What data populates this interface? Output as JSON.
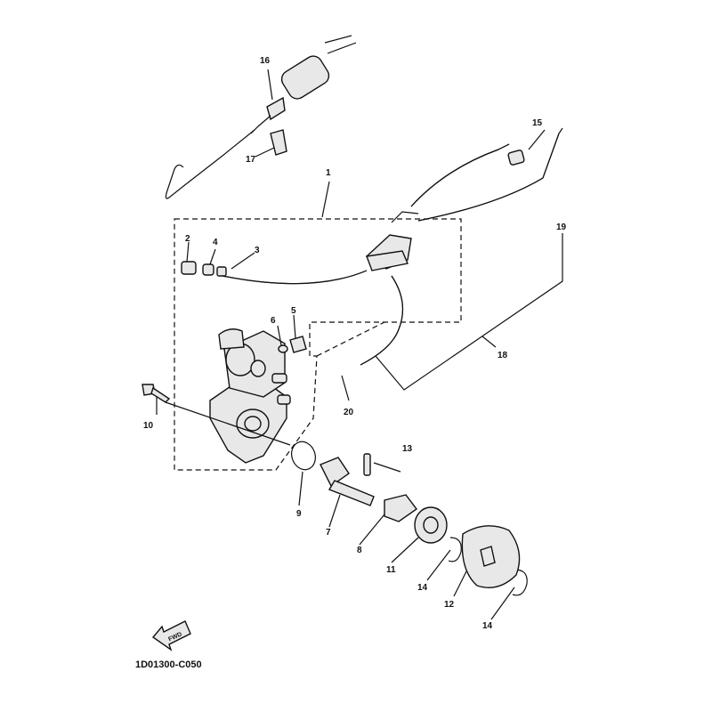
{
  "diagram": {
    "reference_code": "1D01300-C050",
    "fwd_label": "FWD",
    "callouts": [
      "1",
      "2",
      "3",
      "4",
      "5",
      "6",
      "7",
      "8",
      "9",
      "10",
      "11",
      "12",
      "13",
      "14",
      "14",
      "15",
      "16",
      "17",
      "18",
      "19",
      "20"
    ]
  }
}
